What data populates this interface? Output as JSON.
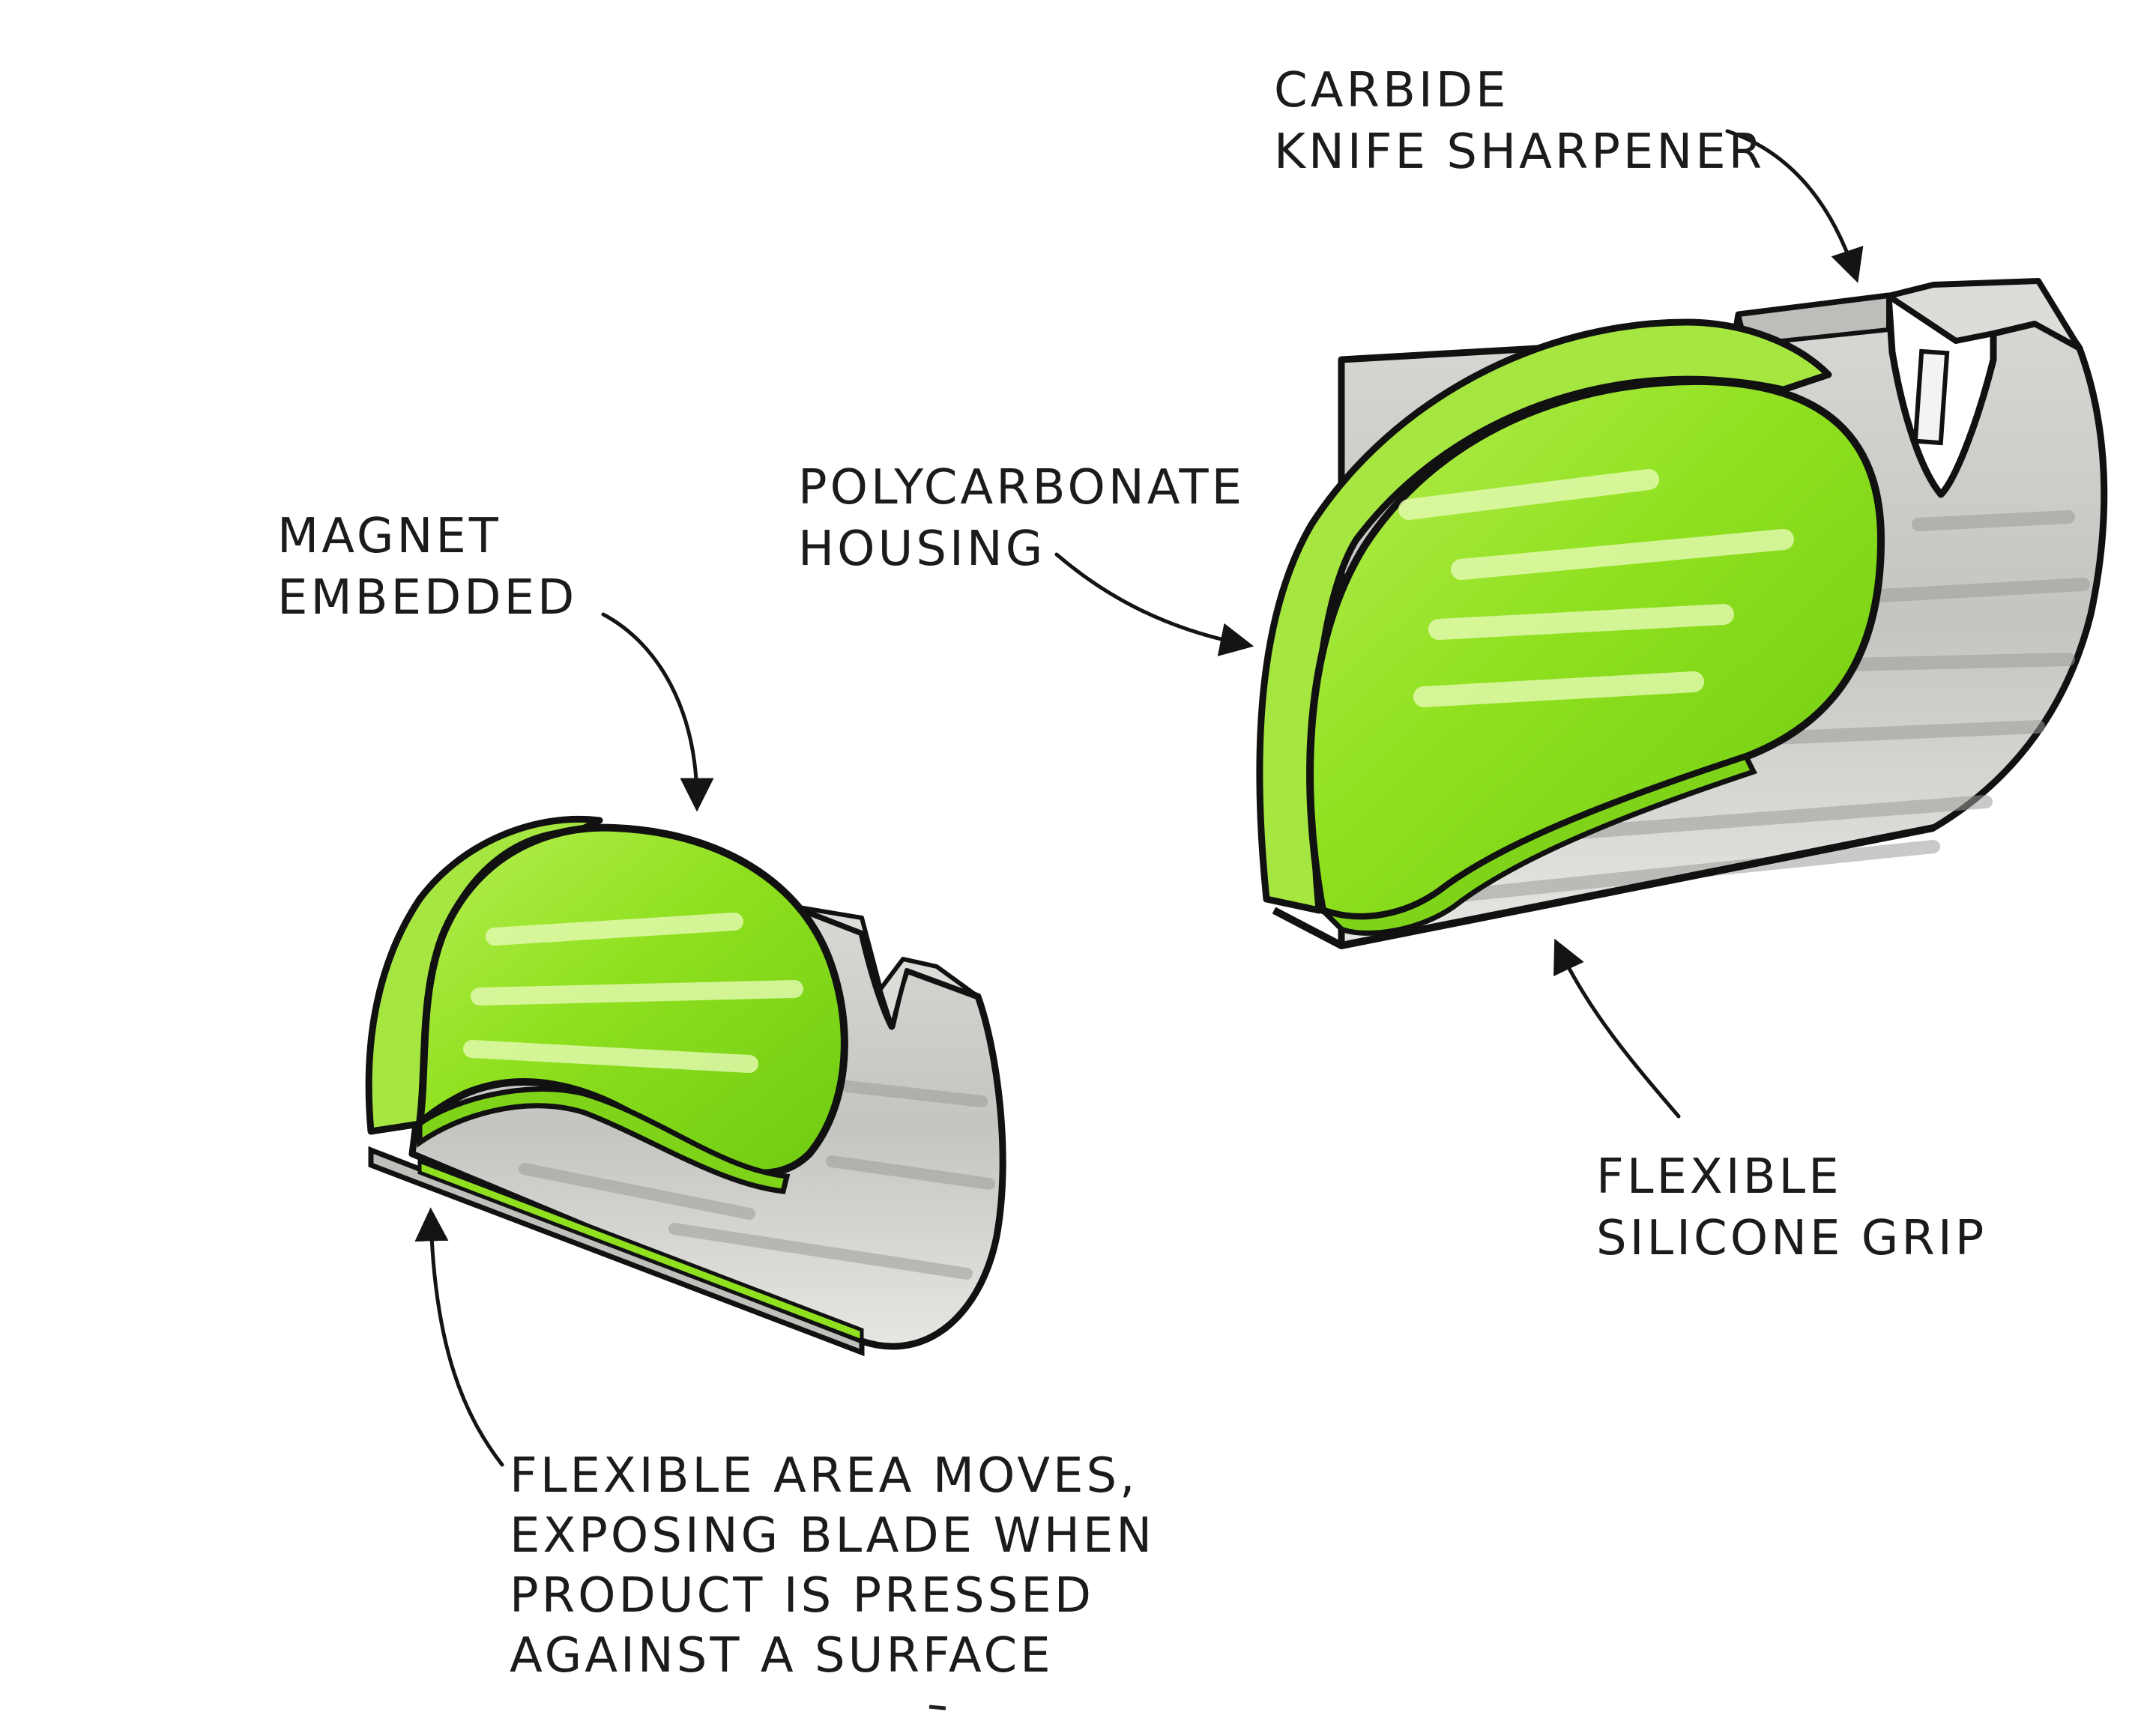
{
  "labels": {
    "carbide": [
      "CARBIDE",
      "KNIFE SHARPENER"
    ],
    "polycarbonate": [
      "POLYCARBONATE",
      "HOUSING"
    ],
    "magnet": [
      "MAGNET",
      "EMBEDDED"
    ],
    "silicone": [
      "FLEXIBLE",
      "SILICONE GRIP"
    ],
    "flexible_area": [
      "FLEXIBLE AREA MOVES,",
      "EXPOSING BLADE WHEN",
      "PRODUCT IS PRESSED",
      "AGAINST A SURFACE"
    ]
  },
  "colors": {
    "ink": "#111111",
    "lime": "#8fe01f",
    "lime_light": "#d8f598",
    "lime_deep": "#64c012",
    "gray": "#cfd0cc",
    "gray_dark": "#9a9a96",
    "gray_light": "#ecece9"
  },
  "icons": [
    "arrow-icon"
  ]
}
